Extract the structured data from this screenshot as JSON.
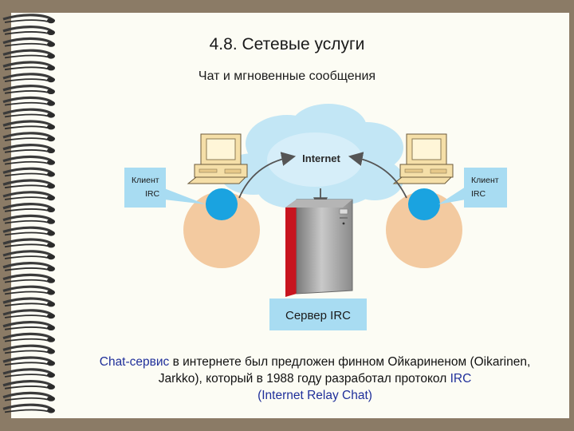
{
  "slide": {
    "title": "4.8. Сетевые услуги",
    "subtitle": "Чат и мгновенные сообщения"
  },
  "diagram": {
    "cloud_label": "Internet",
    "client_left_line1": "Клиент",
    "client_left_line2": "IRC",
    "client_right_line1": "Клиент",
    "client_right_line2": "IRC",
    "server_label": "Сервер IRC"
  },
  "caption": {
    "part1": "Chat-сервис",
    "part2": " в интернете был предложен финном Ойкариненом (Oikarinen, Jarkko), который в 1988 году разработал протокол ",
    "part3": "IRC",
    "part4": "(Internet Relay Chat)"
  },
  "colors": {
    "background": "#8b7b66",
    "paper": "#fcfcf4",
    "callout": "#a8dcf2",
    "user_circle": "#f3caa0",
    "head": "#1aa3e0",
    "computer": "#f5dfa8",
    "cloud": "#c2e6f5",
    "server_grey": "#9a9a9a",
    "server_red": "#c8141e",
    "caption_blue": "#1f2f9a"
  }
}
